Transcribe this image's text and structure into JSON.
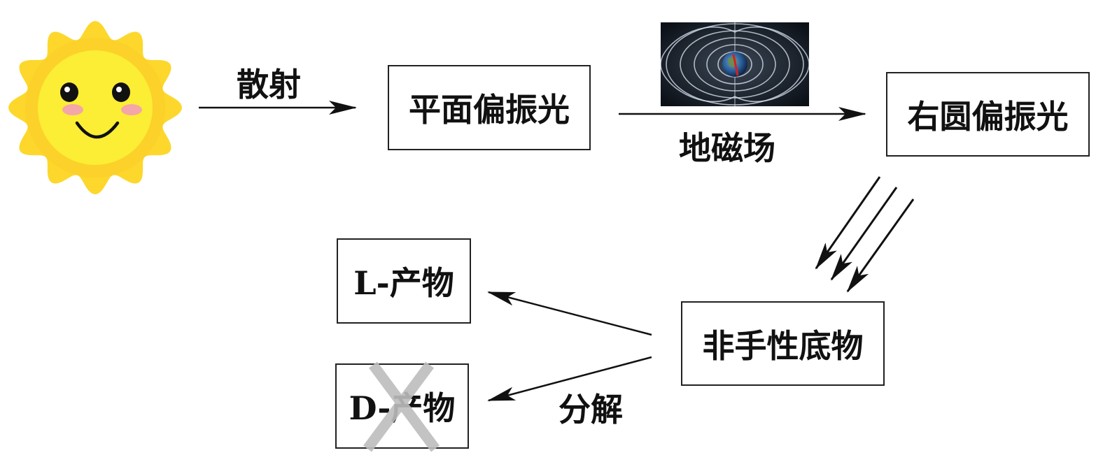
{
  "nodes": {
    "plane_polarized": "平面偏振光",
    "right_circular": "右圆偏振光",
    "racemic_substrate": "非手性底物",
    "l_product": "L-产物",
    "d_product": "D-产物"
  },
  "edges": {
    "scattering": "散射",
    "geomagnetic": "地磁场",
    "decomposition": "分解"
  },
  "icons": {
    "sun": "sun-icon",
    "earth_field": "earth-magnetic-field-icon",
    "cross": "cross-mark-icon"
  },
  "colors": {
    "sun_outer": "#fdd72b",
    "sun_inner": "#fbee35",
    "cheek": "#f4a6a8",
    "cross": "#bdbdbd",
    "line": "#111111"
  }
}
